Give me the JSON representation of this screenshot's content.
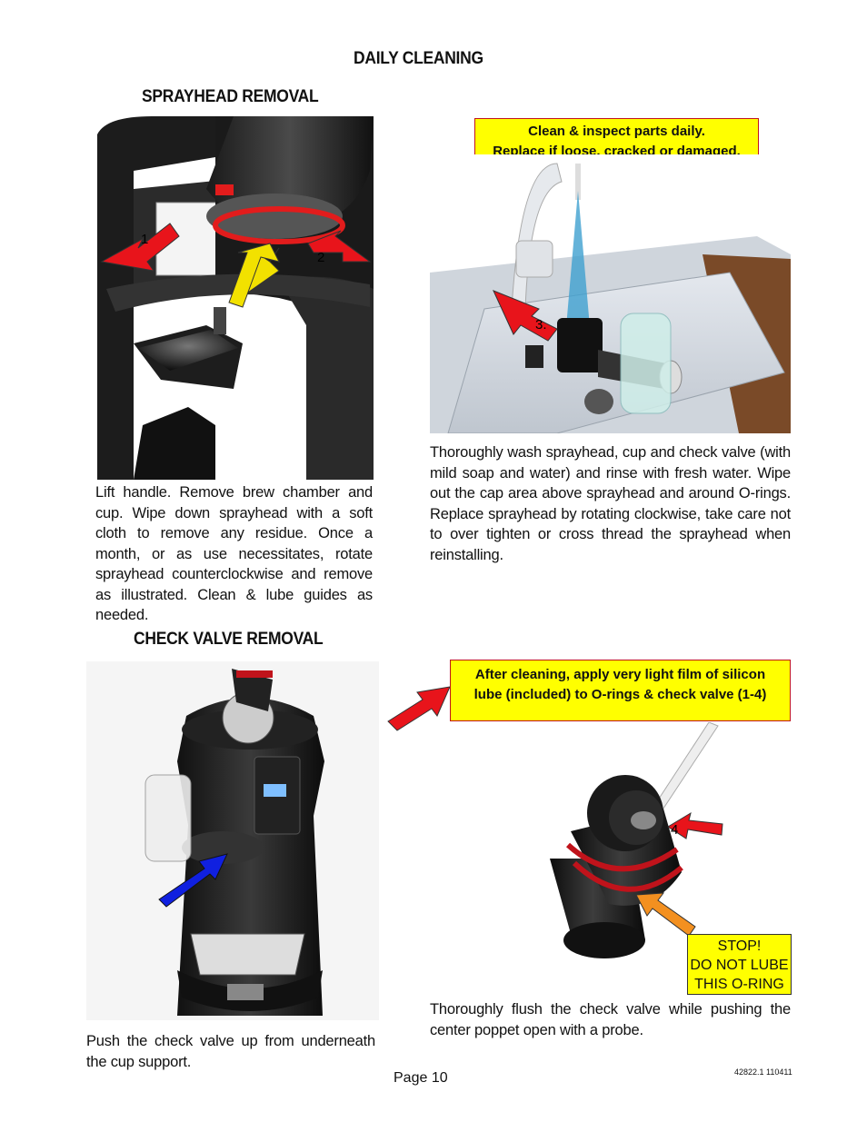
{
  "section_title": "DAILY CLEANING",
  "sprayhead": {
    "heading": "SPRAYHEAD REMOVAL",
    "left_text": "Lift handle. Remove brew chamber and cup. Wipe down sprayhead with a soft cloth to remove any residue. Once a month, or as use necessitates, rotate sprayhead counterclockwise and remove as illustrated. Clean & lube guides as needed.",
    "callout_line1": "Clean & inspect parts daily.",
    "callout_line2": "Replace if loose, cracked or damaged.",
    "right_text": "Thoroughly wash sprayhead, cup and check valve (with mild soap and water) and rinse with fresh water. Wipe out the cap area above sprayhead and around O-rings. Replace sprayhead by rotating clockwise, take care not to over tighten or cross thread the sprayhead when reinstalling.",
    "arrow_labels": [
      "1",
      "2",
      "3."
    ]
  },
  "check_valve": {
    "heading": "CHECK VALVE REMOVAL",
    "left_text": "Push the check valve up from underneath the cup support.",
    "callout_line1": "After cleaning, apply very light film of silicon",
    "callout_line2": "lube (included) to O-rings & check valve (1-4)",
    "arrow_label": "4",
    "stop_lines": [
      "STOP!",
      "DO NOT LUBE",
      "THIS O-RING"
    ],
    "right_text": "Thoroughly flush the check valve while pushing the center poppet open with a probe."
  },
  "footer": {
    "page": "Page 10",
    "doc_code": "42822.1 110411"
  },
  "colors": {
    "callout_fill": "#ffff00",
    "callout_border": "#c0131b",
    "arrow_red": "#e8141b",
    "arrow_yellow": "#f2e100",
    "arrow_blue": "#1020e0",
    "arrow_orange": "#f39020"
  }
}
